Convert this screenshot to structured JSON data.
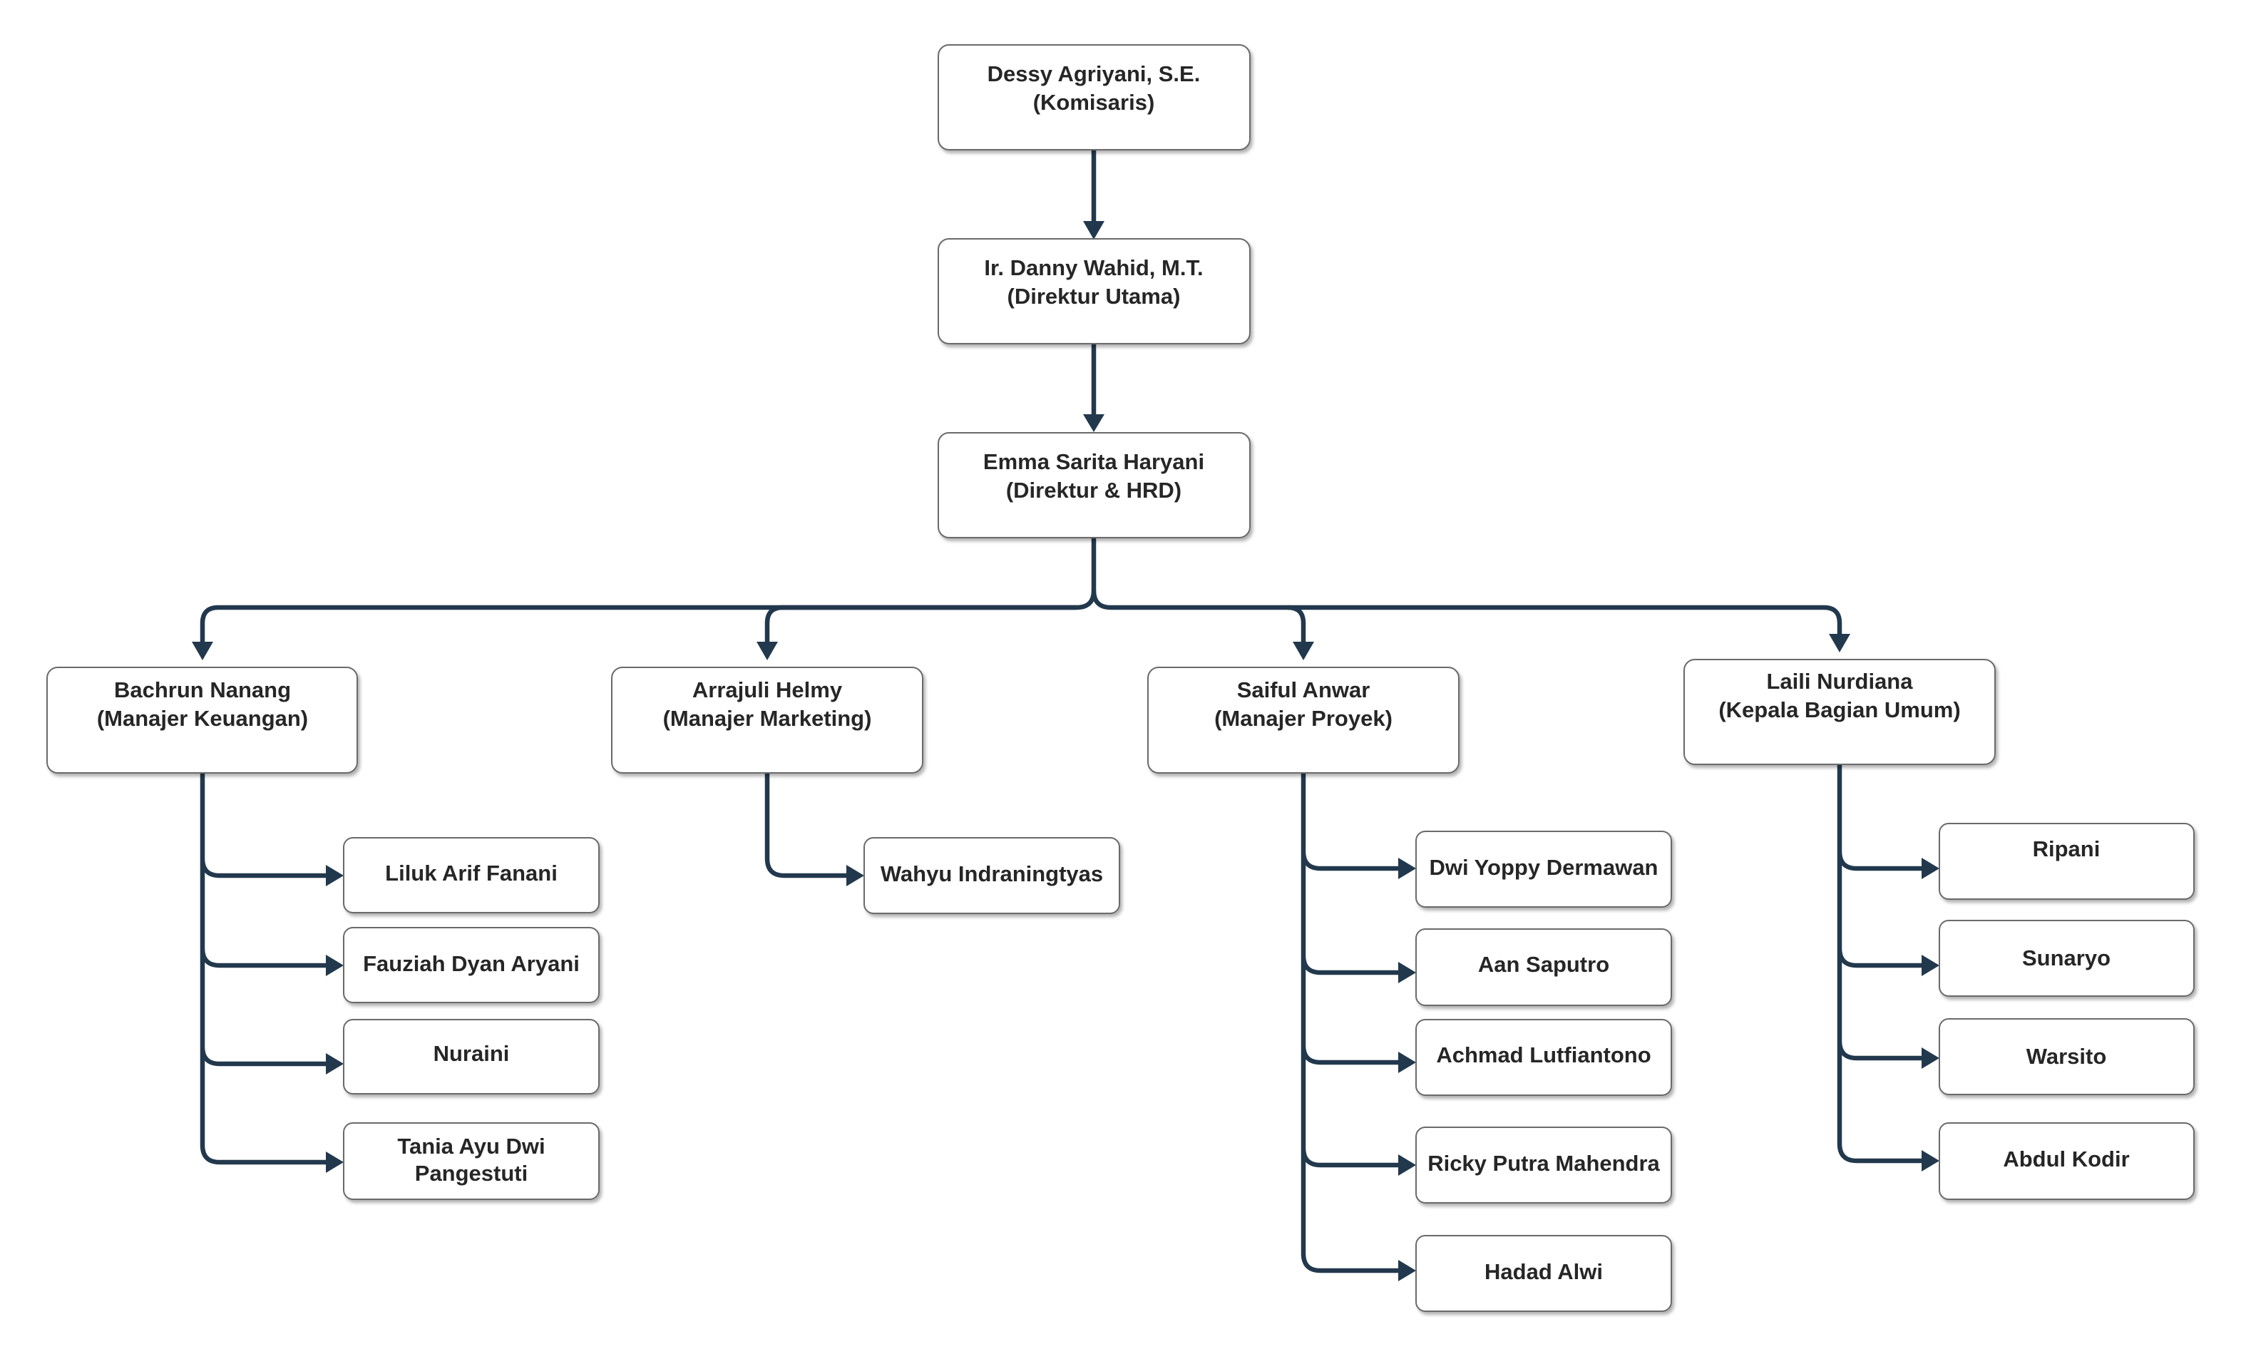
{
  "org_chart": {
    "komisaris": {
      "name": "Dessy Agriyani, S.E.",
      "role": "(Komisaris)"
    },
    "direktur_utama": {
      "name": "Ir. Danny Wahid, M.T.",
      "role": "(Direktur Utama)"
    },
    "direktur_hrd": {
      "name": "Emma Sarita Haryani",
      "role": "(Direktur & HRD)"
    },
    "keuangan": {
      "name": "Bachrun Nanang",
      "role": "(Manajer Keuangan)",
      "staff": [
        "Liluk Arif Fanani",
        "Fauziah Dyan Aryani",
        "Nuraini",
        "Tania Ayu Dwi Pangestuti"
      ]
    },
    "marketing": {
      "name": "Arrajuli Helmy",
      "role": "(Manajer Marketing)",
      "staff": [
        "Wahyu Indraningtyas"
      ]
    },
    "proyek": {
      "name": "Saiful Anwar",
      "role": "(Manajer Proyek)",
      "staff": [
        "Dwi Yoppy Dermawan",
        "Aan Saputro",
        "Achmad Lutfiantono",
        "Ricky Putra Mahendra",
        "Hadad Alwi"
      ]
    },
    "umum": {
      "name": "Laili Nurdiana",
      "role": "(Kepala Bagian Umum)",
      "staff": [
        "Ripani",
        "Sunaryo",
        "Warsito",
        "Abdul Kodir"
      ]
    }
  },
  "colors": {
    "connector": "#22384d",
    "box_border": "#6b6b6b",
    "box_fill": "#ffffff",
    "text": "#262626"
  }
}
